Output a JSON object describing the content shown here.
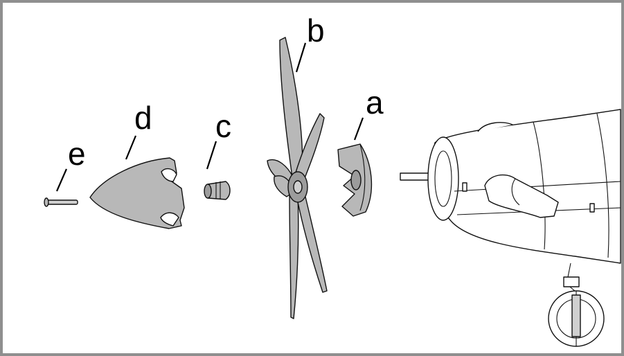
{
  "labels": {
    "a": "a",
    "b": "b",
    "c": "c",
    "d": "d",
    "e": "e"
  },
  "colors": {
    "border": "#8f8f8f",
    "part_fill": "#b8b8b8",
    "outline": "#111111"
  }
}
